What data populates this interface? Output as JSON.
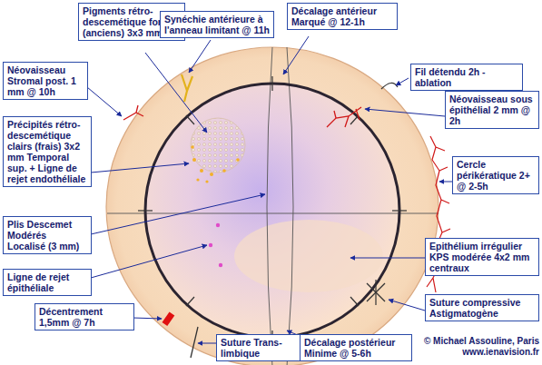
{
  "diagram": {
    "nodes": [
      {
        "text": [
          "Pigments rétro-descemétique foncés (anciens) 3x3 mm"
        ]
      },
      {
        "text": [
          "Synéchie antérieure à l'anneau limitant @ 11h"
        ]
      },
      {
        "text": [
          "Décalage antérieur Marqué @ 12-1h"
        ]
      },
      {
        "text": [
          "Néovaisseau Stromal post. 1 mm @ 10h"
        ]
      },
      {
        "text": [
          "Fil détendu 2h - ablation"
        ]
      },
      {
        "text": [
          "Néovaisseau sous épithélial 2 mm @ 2h"
        ]
      },
      {
        "text": [
          "Précipités rétro-descemétique clairs (frais) 3x2 mm Temporal sup. + Ligne de rejet endothéliale"
        ]
      },
      {
        "text": [
          "Cercle périkératique 2+ @ 2-5h"
        ]
      },
      {
        "text": [
          "Plis Descemet Modérés Localisé (3 mm)"
        ]
      },
      {
        "text": [
          "Epithélium irrégulier KPS modérée 4x2 mm centraux"
        ]
      },
      {
        "text": [
          "Ligne de rejet épithéliale"
        ]
      },
      {
        "text": [
          "Suture compressive Astigmatogène"
        ]
      },
      {
        "text": [
          "Décentrement 1,5mm @ 7h"
        ]
      },
      {
        "text": [
          "Suture Trans-limbique"
        ]
      },
      {
        "text": [
          "Décalage postérieur Minime @ 5-6h"
        ]
      }
    ],
    "labels": [
      "© Michael Assouline, Paris www.ienavision.fr"
    ]
  }
}
